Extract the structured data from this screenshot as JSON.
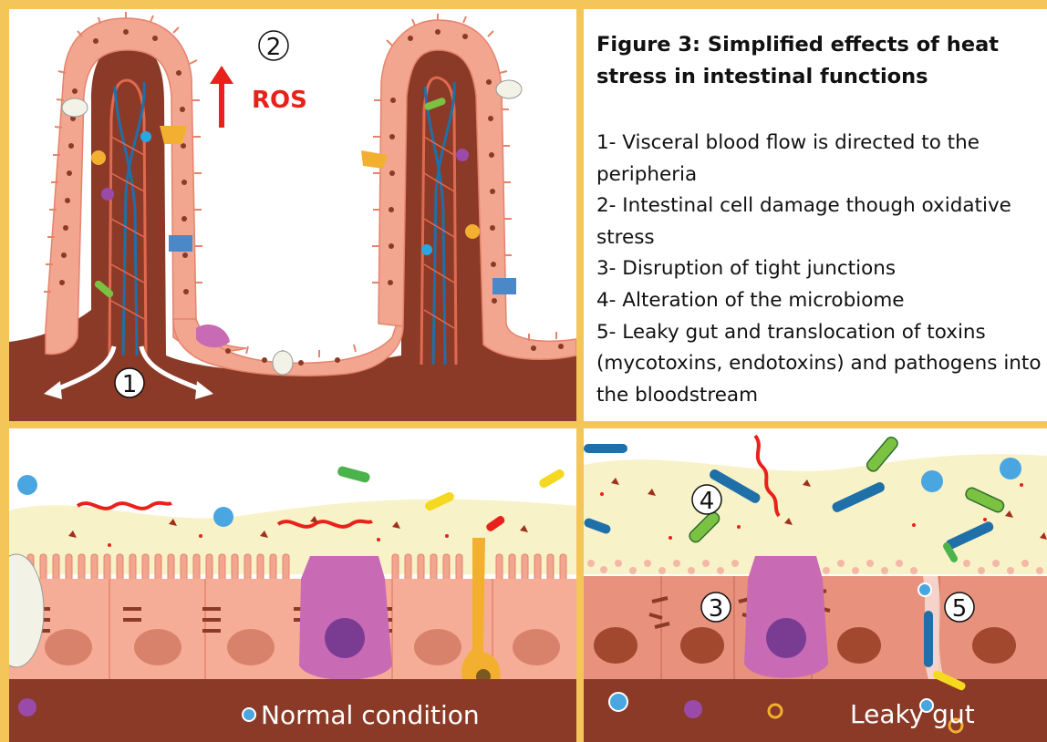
{
  "figure": {
    "title": "Figure 3: Simplified effects of heat stress in intestinal functions",
    "items": [
      "1- Visceral blood flow is directed to the peripheria",
      "2- Intestinal cell damage though oxidative stress",
      "3- Disruption of tight junctions",
      "4- Alteration of the microbiome",
      "5- Leaky gut and translocation of toxins (mycotoxins, endotoxins) and pathogens into the bloodstream"
    ]
  },
  "villi_panel": {
    "ros_label": "ROS",
    "marker_1": "1",
    "marker_2": "2"
  },
  "normal_panel": {
    "label": "Normal condition"
  },
  "leaky_panel": {
    "label": "Leaky gut",
    "marker_3": "3",
    "marker_4": "4",
    "marker_5": "5"
  },
  "colors": {
    "frame": "#f4c65a",
    "tissue_dark": "#8b3a27",
    "epithelium": "#f2a58f",
    "mucus": "#f8f2c8",
    "vessel_blue": "#1f6fa8",
    "vessel_red": "#e06a50",
    "ros_red": "#e8221a",
    "goblet_purple": "#c86ab4"
  }
}
